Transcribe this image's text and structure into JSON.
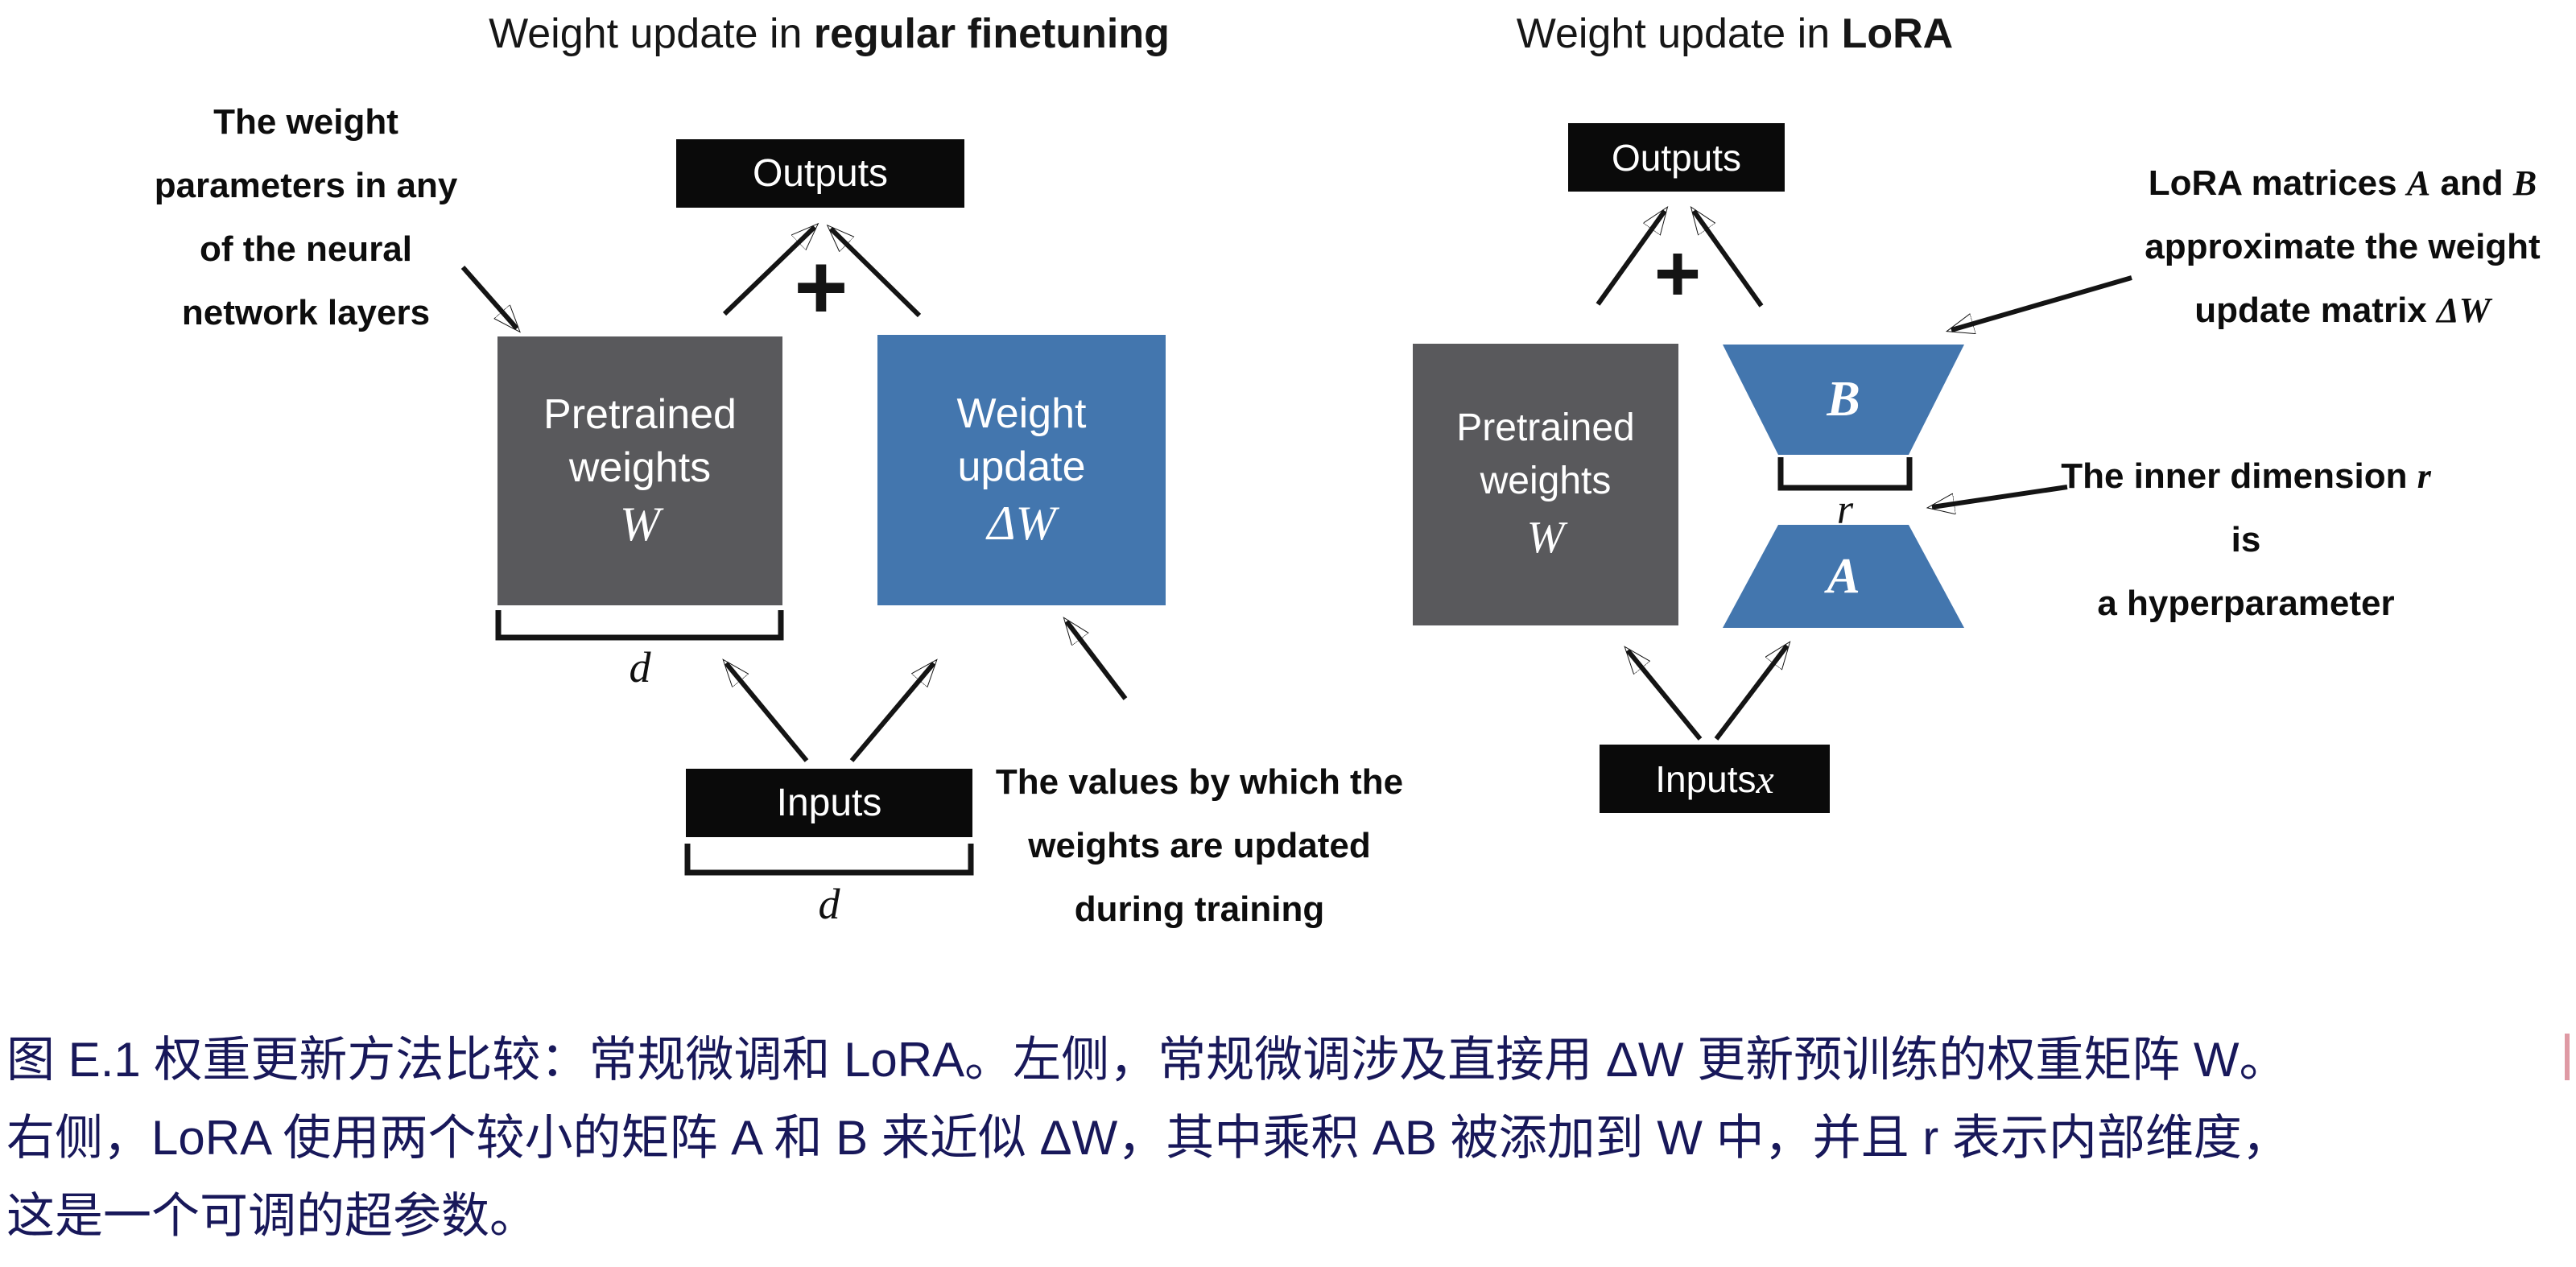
{
  "left": {
    "title_prefix": "Weight update in ",
    "title_bold": "regular finetuning",
    "weights_note": "The weight\nparameters in any\nof the neural\nnetwork layers",
    "outputs_label": "Outputs",
    "plus": "+",
    "pretrained_line1": "Pretrained",
    "pretrained_line2": "weights",
    "pretrained_math": "W",
    "update_line1": "Weight",
    "update_line2": "update",
    "update_math": "ΔW",
    "d_weights": "d",
    "inputs_label": "Inputs",
    "d_inputs": "d",
    "values_note": "The values by which the\nweights are updated\nduring training"
  },
  "right": {
    "title_prefix": "Weight update in ",
    "title_bold": "LoRA",
    "outputs_label": "Outputs",
    "plus": "+",
    "pretrained_line1": "Pretrained",
    "pretrained_line2": "weights",
    "pretrained_math": "W",
    "matrix_b": "B",
    "matrix_a": "A",
    "dim_r": "r",
    "inputs_label": "Inputs ",
    "inputs_math": "x",
    "ab_note_segments": [
      {
        "t": "LoRA matrices ",
        "c": ""
      },
      {
        "t": "A",
        "c": "m"
      },
      {
        "t": " and ",
        "c": ""
      },
      {
        "t": "B",
        "c": "m"
      },
      {
        "t": "\napproximate the weight\nupdate matrix ",
        "c": ""
      },
      {
        "t": "ΔW",
        "c": "m"
      }
    ],
    "r_note_segments": [
      {
        "t": "The inner dimension ",
        "c": ""
      },
      {
        "t": "r",
        "c": "m"
      },
      {
        "t": " is\na hyperparameter",
        "c": ""
      }
    ]
  },
  "caption": {
    "lines": [
      "图 E.1 权重更新方法比较：常规微调和 LoRA。左侧，常规微调涉及直接用 ΔW 更新预训练的权重矩阵 W。",
      "右侧，LoRA 使用两个较小的矩阵 A 和 B 来近似 ΔW，其中乘积 AB 被添加到 W 中，并且 r 表示内部维度，",
      "这是一个可调的超参数。"
    ]
  },
  "colors": {
    "box_gray": "#59595c",
    "box_blue": "#4376ae",
    "box_black": "#0a0a0a",
    "caption_text": "#18185a",
    "cursor_artifact": "#df9aa4"
  }
}
